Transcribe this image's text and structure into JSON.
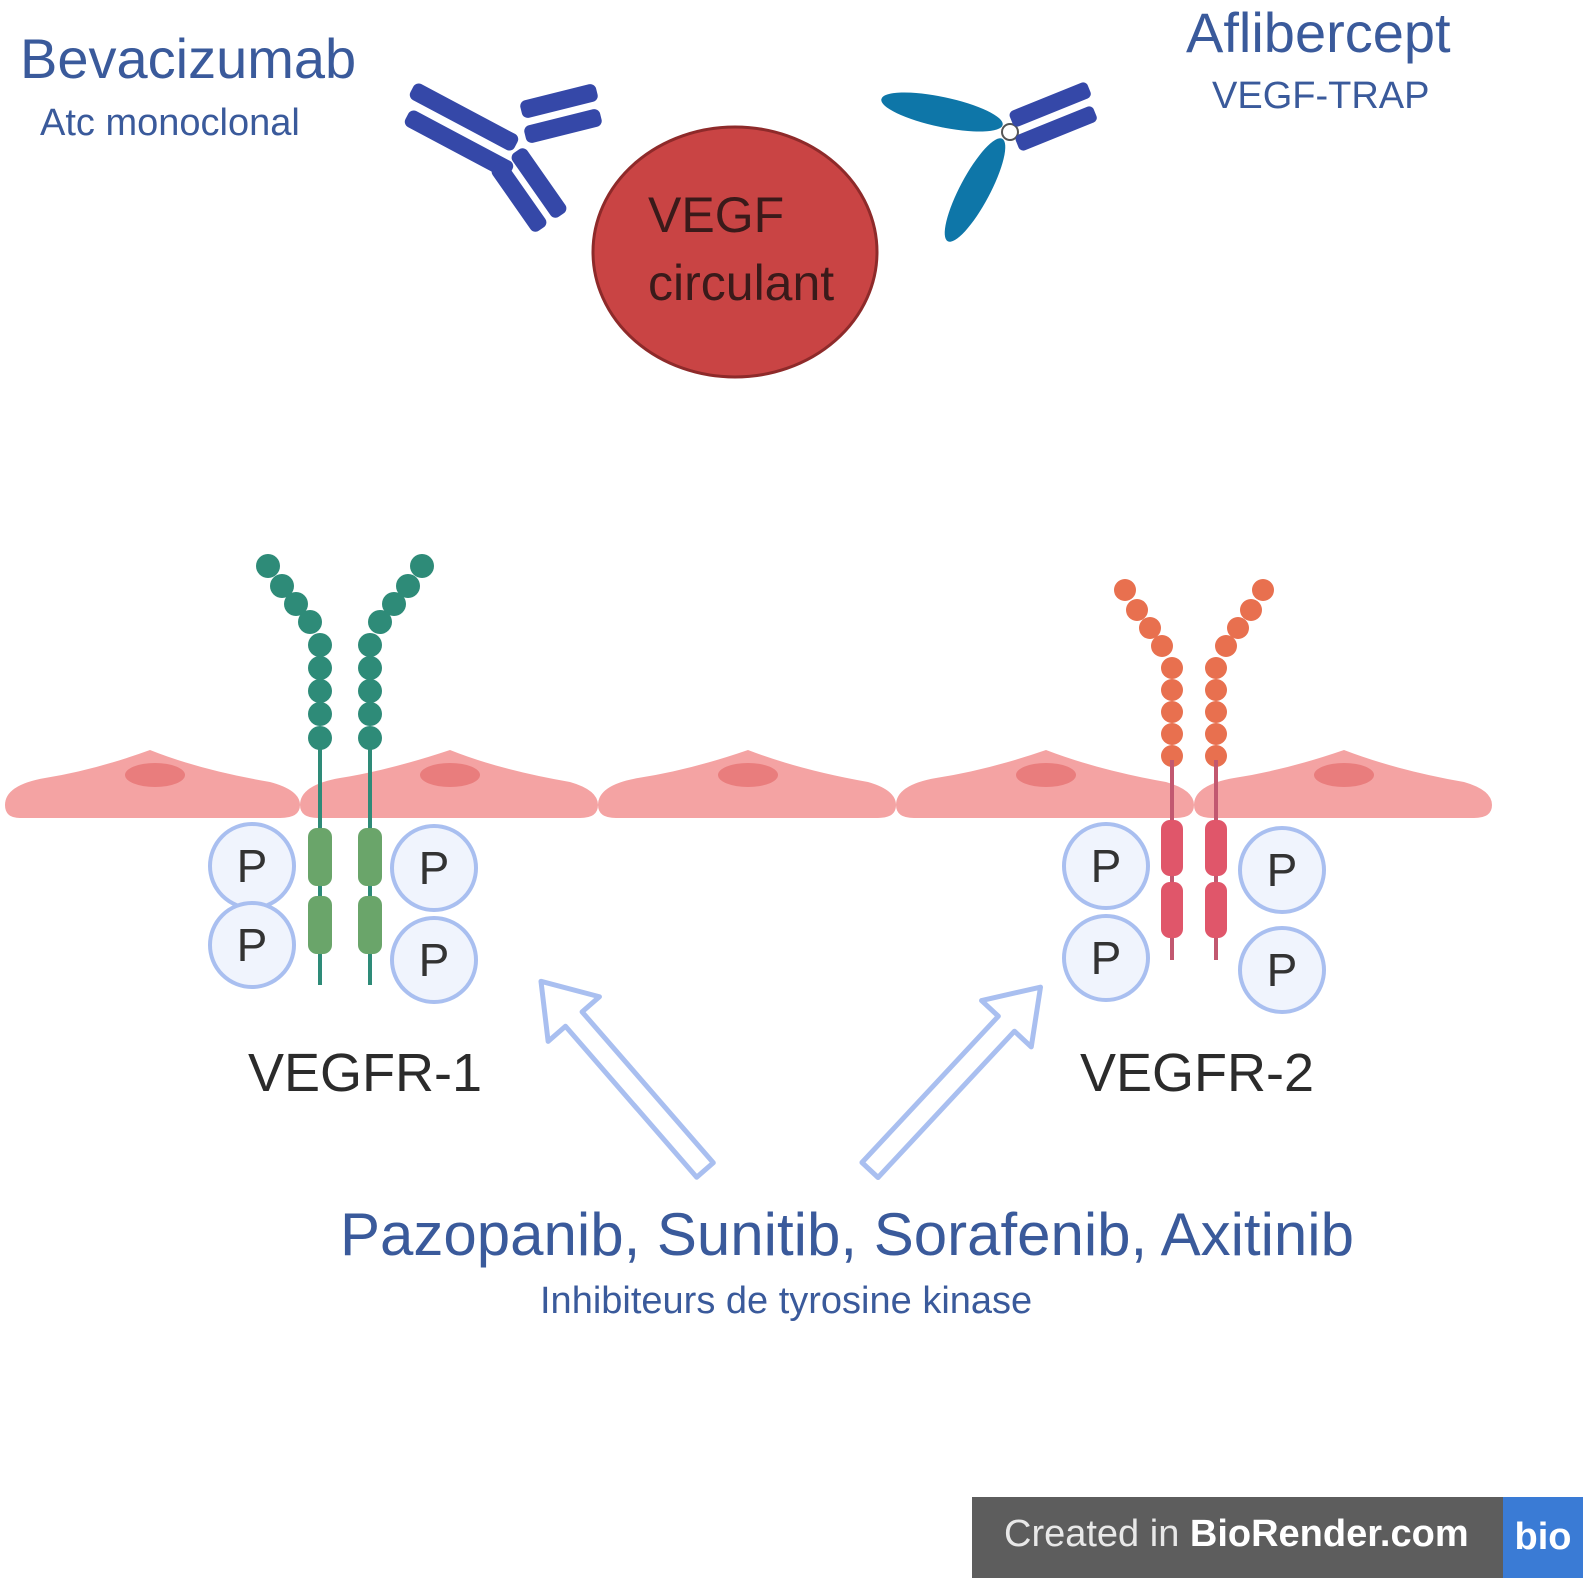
{
  "bevacizumab": {
    "title": "Bevacizumab",
    "subtitle": "Atc monoclonal"
  },
  "aflibercept": {
    "title": "Aflibercept",
    "subtitle": "VEGF-TRAP"
  },
  "vegf": {
    "line1": "VEGF",
    "line2": "circulant"
  },
  "receptors": {
    "vegfr1": {
      "label": "VEGFR-1",
      "phospho": [
        "P",
        "P",
        "P",
        "P"
      ]
    },
    "vegfr2": {
      "label": "VEGFR-2",
      "phospho": [
        "P",
        "P",
        "P",
        "P"
      ]
    }
  },
  "tki": {
    "drugs": "Pazopanib, Sunitib, Sorafenib, Axitinib",
    "subtitle": "Inhibiteurs de tyrosine kinase"
  },
  "watermark": {
    "prefix": "Created in",
    "brand": "BioRender.com",
    "logo": "bio"
  },
  "colors": {
    "drug_text": "#3a5a9b",
    "antibody": "#3548a8",
    "trap": "#0e76a8",
    "vegf_fill": "#c94444",
    "cell": "#f4a3a3",
    "nucleus": "#e97d7d",
    "vegfr1": "#2e8b78",
    "vegfr1_kinase": "#6aa56a",
    "vegfr2": "#e8704f",
    "vegfr2_kinase": "#e0566a",
    "phospho_ring": "#a9bff0",
    "arrow": "#a9bff0"
  },
  "icons": [
    "antibody-icon",
    "vegf-trap-icon",
    "vegf-protein-icon",
    "endothelial-cell-icon",
    "receptor-icon",
    "phosphate-icon",
    "arrow-icon"
  ]
}
